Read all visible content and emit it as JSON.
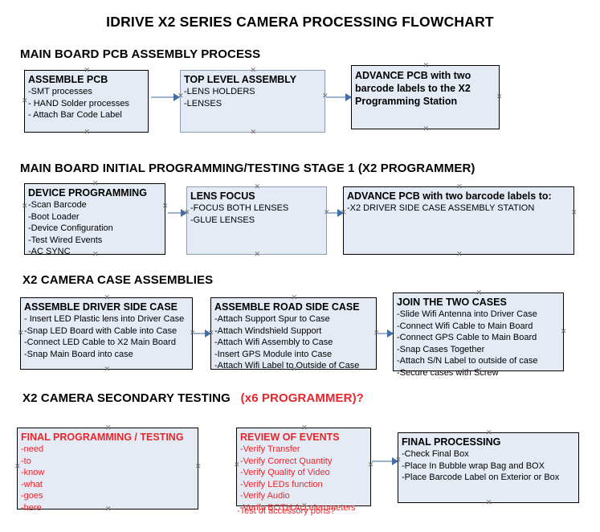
{
  "document": {
    "title": "IDRIVE X2  SERIES CAMERA PROCESSING FLOWCHART"
  },
  "colors": {
    "node_fill": "#e4ebf5",
    "node_border": "#000000",
    "node_border_gray": "#8e9aad",
    "connector": "#9fb4cc",
    "arrowhead": "#3f6fa8",
    "red_text": "#e8252a",
    "black_text": "#000000"
  },
  "sections": [
    {
      "id": "main-board-pcb-assembly-process",
      "header": "MAIN BOARD PCB ASSEMBLY PROCESS",
      "header_red": "",
      "nodes": [
        {
          "id": "assemble-pcb",
          "title": "ASSEMBLE PCB",
          "lines": [
            "-SMT processes",
            "- HAND Solder processes",
            "- Attach Bar Code Label"
          ]
        },
        {
          "id": "top-level-assembly",
          "title": "TOP LEVEL ASSEMBLY",
          "lines": [
            "-LENS HOLDERS",
            "-LENSES"
          ]
        },
        {
          "id": "advance-pcb-x2-programming-station",
          "title": "ADVANCE PCB with two barcode labels to the  X2 Programming Station",
          "lines": []
        }
      ]
    },
    {
      "id": "main-board-initial-programming",
      "header": "MAIN BOARD INITIAL PROGRAMMING/TESTING STAGE 1 (X2 PROGRAMMER)",
      "header_red": "",
      "nodes": [
        {
          "id": "device-programming",
          "title": "DEVICE PROGRAMMING",
          "lines": [
            "-Scan Barcode",
            "-Boot Loader",
            "-Device Configuration",
            "-Test Wired Events",
            "-AC SYNC"
          ]
        },
        {
          "id": "lens-focus",
          "title": "LENS FOCUS",
          "lines": [
            "-FOCUS BOTH LENSES",
            "-GLUE LENSES"
          ]
        },
        {
          "id": "advance-pcb-driver-side-case",
          "title": "ADVANCE PCB with two barcode labels to:",
          "lines": [
            "-X2 DRIVER  SIDE  CASE  ASSEMBLY STATION"
          ]
        }
      ]
    },
    {
      "id": "x2-camera-case-assemblies",
      "header": "X2 CAMERA CASE ASSEMBLIES",
      "header_red": "",
      "nodes": [
        {
          "id": "assemble-driver-side-case",
          "title": "ASSEMBLE DRIVER SIDE CASE",
          "lines": [
            "- Insert LED Plastic lens into Driver Case",
            "-Snap LED Board with Cable into Case",
            "-Connect LED Cable to X2 Main Board",
            "-Snap Main Board into case"
          ]
        },
        {
          "id": "assemble-road-side-case",
          "title": "ASSEMBLE ROAD SIDE CASE",
          "lines": [
            "-Attach Support Spur to Case",
            "-Attach Windshield Support",
            "-Attach Wifi Assembly to Case",
            "-Insert GPS Module into Case",
            "-Attach Wifi Label to Outside of Case"
          ]
        },
        {
          "id": "join-the-two-cases",
          "title": "JOIN THE TWO CASES",
          "lines": [
            "-Slide Wifi Antenna into Driver Case",
            "-Connect Wifi Cable to Main Board",
            "-Connect GPS Cable to Main Board",
            "-Snap Cases Together",
            "-Attach S/N Label to outside of case",
            "-Secure cases with Screw"
          ]
        }
      ]
    },
    {
      "id": "x2-camera-secondary-testing",
      "header": "X2 CAMERA SECONDARY TESTING",
      "header_red": "(x6 PROGRAMMER)?",
      "nodes": [
        {
          "id": "final-programming-testing",
          "title": "FINAL PROGRAMMING / TESTING",
          "lines": [
            "-need",
            "-to",
            "-know",
            "-what",
            "-goes",
            "-here"
          ]
        },
        {
          "id": "review-of-events",
          "title": "REVIEW OF EVENTS",
          "lines": [
            "-Verify Transfer",
            "-Verify Correct Quantity",
            "-Verify Quality of Video",
            "-Verify LEDs function",
            "-Verify Audio",
            "-Verify BOTH Accelerometers"
          ],
          "overflow_line": "-Test of accessory ports?"
        },
        {
          "id": "final-processing",
          "title": "FINAL PROCESSING",
          "lines": [
            " -Check Final Box",
            "-Place In Bubble wrap Bag and BOX",
            "-Place Barcode Label on Exterior or Box"
          ]
        }
      ]
    }
  ]
}
